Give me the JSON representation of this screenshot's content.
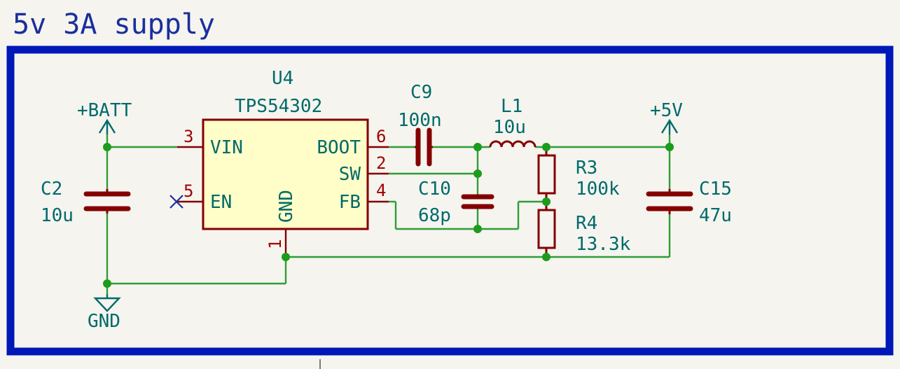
{
  "sheet": {
    "title": "5v 3A supply"
  },
  "colors": {
    "frame": "#0018b8",
    "wire": "#2f9d35",
    "component": "#840000",
    "label": "#006a6a",
    "title": "#1a2e9c",
    "paper": "#f5f4ef",
    "body_fill": "#fffdc8"
  },
  "regulator": {
    "ref": "U4",
    "value": "TPS54302",
    "pins": {
      "vin": {
        "name": "VIN",
        "number": "3"
      },
      "en": {
        "name": "EN",
        "number": "5"
      },
      "gnd": {
        "name": "GND",
        "number": "1"
      },
      "boot": {
        "name": "BOOT",
        "number": "6"
      },
      "sw": {
        "name": "SW",
        "number": "2"
      },
      "fb": {
        "name": "FB",
        "number": "4"
      }
    }
  },
  "components": {
    "c2": {
      "ref": "C2",
      "value": "10u"
    },
    "c9": {
      "ref": "C9",
      "value": "100n"
    },
    "c10": {
      "ref": "C10",
      "value": "68p"
    },
    "c15": {
      "ref": "C15",
      "value": "47u"
    },
    "l1": {
      "ref": "L1",
      "value": "10u"
    },
    "r3": {
      "ref": "R3",
      "value": "100k"
    },
    "r4": {
      "ref": "R4",
      "value": "13.3k"
    }
  },
  "power": {
    "batt": "+BATT",
    "v5": "+5V",
    "gnd": "GND"
  },
  "icons": {
    "no_connect": "x-mark-icon",
    "power_arrow": "power-arrow-icon",
    "ground": "ground-triangle-icon"
  }
}
